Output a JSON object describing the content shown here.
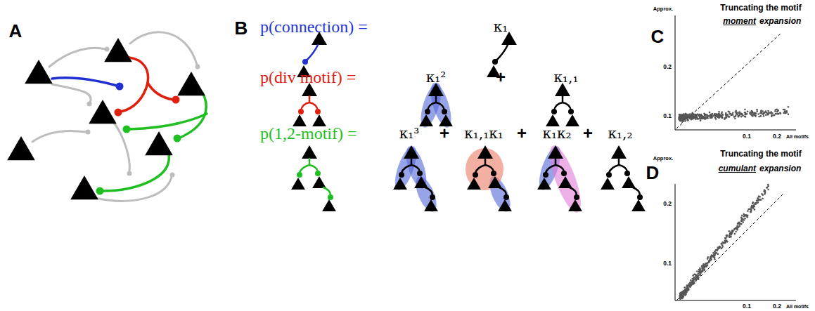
{
  "diagram": {
    "labels": [
      "A",
      "B",
      "p(connection) =",
      "κ₁",
      "p(div motif) =",
      "κ₁²",
      "+",
      "κ₁,₁",
      "p(1,2-motif) =",
      "κ₁³",
      "+",
      "κ₁,₁κ₁",
      "+",
      "κ₁κ₂",
      "+",
      "κ₁,₂",
      "C",
      "Approx.",
      "Truncating the motif",
      "moment",
      "expansion",
      "0.2",
      "0.1",
      "0.1",
      "0.2",
      "All motifs",
      "D",
      "Approx.",
      "Truncating the motif",
      "cumulant",
      "expansion",
      "0.2",
      "0.1",
      "0.1",
      "0.2",
      "All motifs"
    ]
  }
}
